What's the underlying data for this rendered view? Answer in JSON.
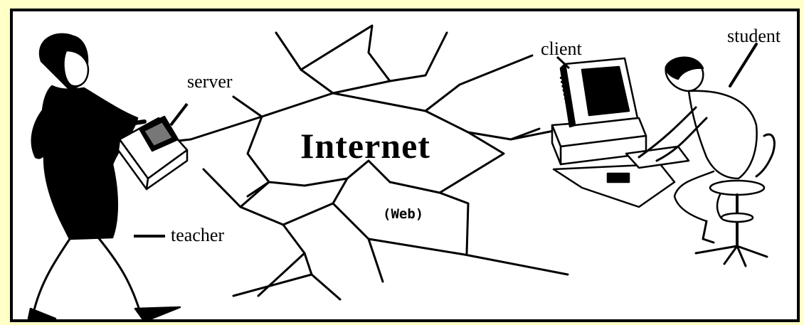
{
  "diagram": {
    "center_label": "Internet",
    "sub_label": "(Web)",
    "labels": {
      "server": "server",
      "teacher": "teacher",
      "client": "client",
      "student": "student"
    },
    "colors": {
      "background": "#ffffc8",
      "panel": "#ffffff",
      "ink": "#000000"
    },
    "icons": [
      "teacher-figure",
      "server-computer-icon",
      "client-computer-icon",
      "student-figure",
      "network-web"
    ]
  }
}
